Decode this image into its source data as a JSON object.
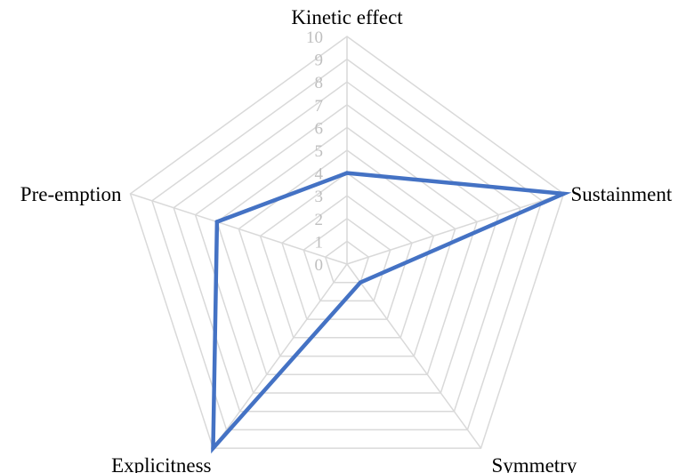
{
  "chart_data": {
    "type": "radar",
    "categories": [
      "Kinetic effect",
      "Sustainment",
      "Symmetry",
      "Explicitness",
      "Pre-emption"
    ],
    "series": [
      {
        "values": [
          4,
          10,
          1,
          10,
          6
        ],
        "color": "#4472c4"
      }
    ],
    "rlim": [
      0,
      10
    ],
    "ticks": [
      "0",
      "1",
      "2",
      "3",
      "4",
      "5",
      "6",
      "7",
      "8",
      "9",
      "10"
    ],
    "grid": true,
    "legend": "none",
    "grid_color": "#d9d9d9",
    "tick_color": "#bfbfbf"
  }
}
